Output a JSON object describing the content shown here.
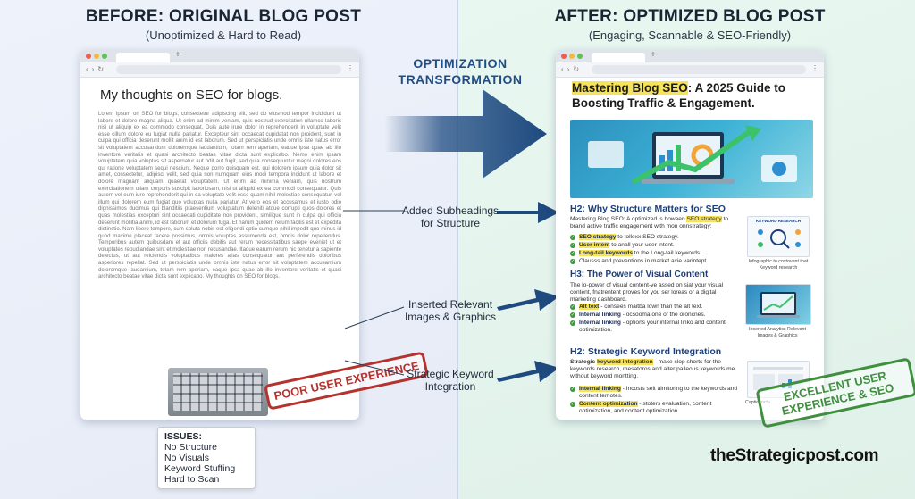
{
  "left": {
    "title": "BEFORE: ORIGINAL BLOG POST",
    "subtitle": "(Unoptimized & Hard to Read)",
    "post_title": "My thoughts on SEO for blogs.",
    "body_text": "Lorem ipsum on SEO for blogs, consectetur adipiscing elit, sed do eiusmod tempor incididunt ut labore et dolore magna aliqua. Ut enim ad minim veniam, quis nostrud exercitation ullamco laboris nisi ut aliquip ex ea commodo consequat. Duis aute irure dolor in reprehenderit in voluptate velit esse cillum dolore eu fugiat nulla pariatur. Excepteur sint occaecat cupidatat non proident, sunt in culpa qui officia deserunt mollit anim id est laborum. Sed ut perspiciatis unde omnis iste natus error sit voluptatem accusantium doloremque laudantium, totam rem aperiam, eaque ipsa quae ab illo inventore veritatis et quasi architecto beatae vitae dicta sunt explicabo. Nemo enim ipsam voluptatem quia voluptas sit aspernatur aut odit aut fugit, sed quia consequuntur magni dolores eos qui ratione voluptatem sequi nesciunt. Neque porro quisquam est, qui dolorem ipsum quia dolor sit amet, consectetur, adipisci velit, sed quia non numquam eius modi tempora incidunt ut labore et dolore magnam aliquam quaerat voluptatem. Ut enim ad minima veniam, quis nostrum exercitationem ullam corporis suscipit laboriosam, nisi ut aliquid ex ea commodi consequatur. Quis autem vel eum iure reprehenderit qui in ea voluptate velit esse quam nihil molestiae consequatur, vel illum qui dolorem eum fugiat quo voluptas nulla pariatur. At vero eos et accusamus et iusto odio dignissimos ducimus qui blanditiis praesentium voluptatum deleniti atque corrupti quos dolores et quas molestias excepturi sint occaecati cupiditate non provident, similique sunt in culpa qui officia deserunt mollitia animi, id est laborum et dolorum fuga. Et harum quidem rerum facilis est et expedita distinctio. Nam libero tempore, cum soluta nobis est eligendi optio cumque nihil impedit quo minus id quod maxime placeat facere possimus, omnis voluptas assumenda est, omnis dolor repellendus. Temporibus autem quibusdam et aut officiis debitis aut rerum necessitatibus saepe eveniet ut et voluptates repudiandae sint et molestiae non recusandae. Itaque earum rerum hic tenetur a sapiente delectus, ut aut reiciendis voluptatibus maiores alias consequatur aut perferendis doloribus asperiores repellat. Sed ut perspiciatis unde omnis iste natus error sit voluptatem accusantium doloremque laudantium, totam rem aperiam, eaque ipsa quae ab illo inventore veritatis et quasi architecto beatae vitae dicta sunt explicabo. My thoughts on SEO for blogs.",
    "stamp": "POOR USER EXPERIENCE",
    "issues_title": "ISSUES:",
    "issues": [
      "No Structure",
      "No Visuals",
      "Keyword Stuffing",
      "Hard to Scan"
    ]
  },
  "middle": {
    "title_line1": "OPTIMIZATION",
    "title_line2": "TRANSFORMATION",
    "callouts": [
      {
        "line1": "Added Subheadings",
        "line2": "for Structure"
      },
      {
        "line1": "Inserted Relevant",
        "line2": "Images & Graphics"
      },
      {
        "line1": "Strategic Keyword",
        "line2": "Integration"
      }
    ]
  },
  "right": {
    "title": "AFTER: OPTIMIZED BLOG POST",
    "subtitle": "(Engaging, Scannable & SEO-Friendly)",
    "post_title_highlight": "Mastering Blog SEO",
    "post_title_rest": ": A 2025 Guide to Boosting Traffic & Engagement.",
    "section1": {
      "heading": "H2: Why Structure Matters for SEO",
      "para_a": "Mastering Blog SEO: A optimized is boween ",
      "para_kw": "SEO strategy",
      "para_b": " to brand active traffic engagement with mon onnstrategy:",
      "bullets": [
        {
          "kw": "SEO strategy",
          "text": " to tollexx SEO strategy."
        },
        {
          "kw": "User intent",
          "text": " to anall your user intent."
        },
        {
          "kw": "Long-tail keywords",
          "text": " to the Long-tail keywords."
        },
        {
          "kw": "",
          "text": "Clausss and preventions in market axie varintept."
        }
      ],
      "image_heading": "KEYWORD RESEARCH",
      "caption": "Infographic to coxtovent that Keyword research"
    },
    "section2": {
      "heading": "H3: The Power of Visual Content",
      "para": "The lo-power of visual content-ve assed on siat your visual content, fnatrentent proves for you ser loreas or a digital marketing dashboard.",
      "bullets": [
        {
          "kw": "Alt text",
          "text": " - consees maitba lown than the alt text."
        },
        {
          "kw": "Internal linking",
          "text": " - ocsooma one of the oroncnes."
        },
        {
          "kw": "Internal linking",
          "text": " - options your internal linko and content optimization."
        }
      ],
      "caption": "Inserted Analytics Relevant Images & Graphics"
    },
    "section3": {
      "heading": "H2: Strategic Keyword Integration",
      "para_a": "Strategic ",
      "para_kw": "keyword integration",
      "para_b": " - make slop shorts for the keywords research, mesatoros and alter palleous keywords me without keyword montting.",
      "bullets": [
        {
          "kw": "Internal linking",
          "text": " - Incosts seit aimitoring to the keywords and content temotes."
        },
        {
          "kw": "Content optimization",
          "text": " - stoters evaluation, content optimization, and content optimization."
        }
      ],
      "caption": "Captio inclu"
    },
    "stamp": "EXCELLENT USER EXPERIENCE & SEO"
  },
  "brand": "theStrategicpost.com",
  "colors": {
    "accent_blue": "#1f4e86",
    "arrow_blue": "#1e4a80",
    "stamp_red": "#b5332e",
    "stamp_green": "#3f8f3f",
    "highlight": "#f6e35a"
  }
}
